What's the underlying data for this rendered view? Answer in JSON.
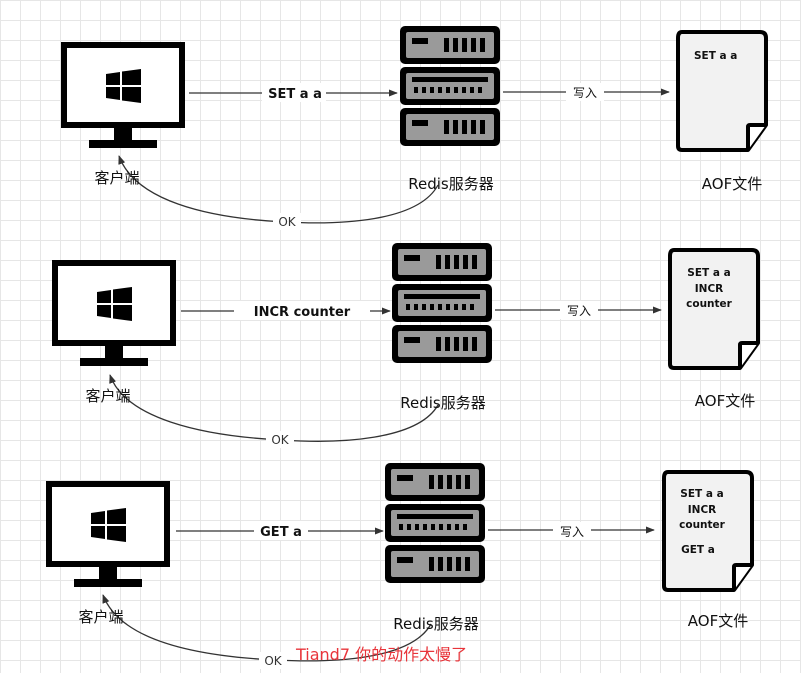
{
  "rows": [
    {
      "client_label": "客户端",
      "command": "SET a a",
      "server_label": "Redis服务器",
      "write_label": "写入",
      "reply_label": "OK",
      "aof_label": "AOF文件",
      "aof_lines": [
        "SET a a"
      ]
    },
    {
      "client_label": "客户端",
      "command": "INCR counter",
      "server_label": "Redis服务器",
      "write_label": "写入",
      "reply_label": "OK",
      "aof_label": "AOF文件",
      "aof_lines": [
        "SET a a",
        "INCR",
        "counter"
      ]
    },
    {
      "client_label": "客户端",
      "command": "GET a",
      "server_label": "Redis服务器",
      "write_label": "写入",
      "reply_label": "OK",
      "aof_label": "AOF文件",
      "aof_lines": [
        "SET a a",
        "INCR",
        "counter",
        "",
        "GET a"
      ]
    }
  ],
  "watermark": "Tiand7 你的动作太慢了",
  "colors": {
    "stroke": "#333333",
    "icon_black": "#000000",
    "server_gray": "#9a9a9a",
    "doc_fill": "#f2f2f2",
    "watermark_red": "#e8343a"
  },
  "icons": {
    "client": "monitor-windows-icon",
    "server": "server-rack-icon",
    "file": "document-icon"
  }
}
